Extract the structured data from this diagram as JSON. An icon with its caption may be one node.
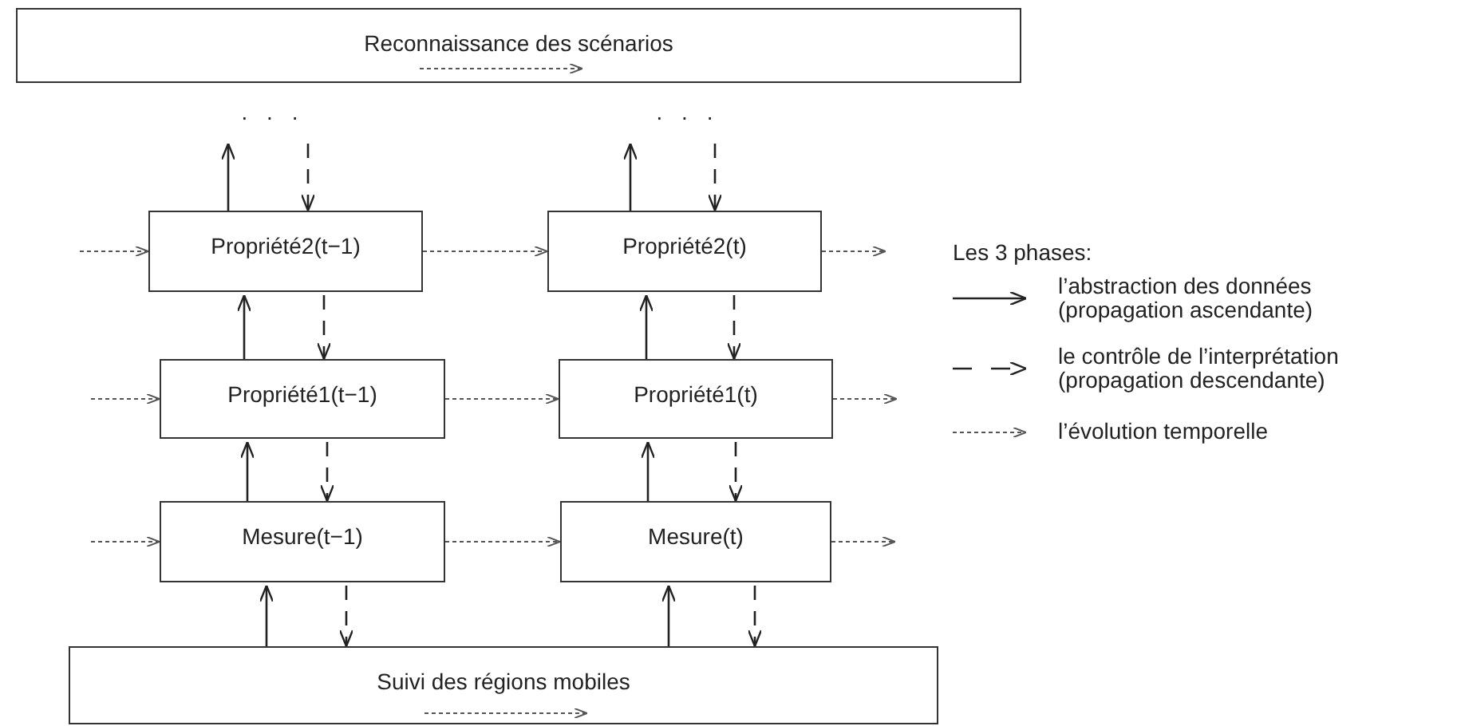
{
  "diagram": {
    "nodes": [
      {
        "text": [
          "Reconnaissance des scénarios"
        ]
      },
      {
        "text": [
          ". . ."
        ]
      },
      {
        "text": [
          ". . ."
        ]
      },
      {
        "text": [
          "Propriété2(t−1)"
        ]
      },
      {
        "text": [
          "Propriété2(t)"
        ]
      },
      {
        "text": [
          "Propriété1(t−1)"
        ]
      },
      {
        "text": [
          "Propriété1(t)"
        ]
      },
      {
        "text": [
          "Mesure(t−1)"
        ]
      },
      {
        "text": [
          "Mesure(t)"
        ]
      },
      {
        "text": [
          "Suivi des régions mobiles"
        ]
      }
    ],
    "edges": [
      {
        "from": 3,
        "to": 1,
        "arrow": "to"
      },
      {
        "from": 1,
        "to": 3,
        "arrow": "to",
        "style": "dashed"
      },
      {
        "from": 4,
        "to": 2,
        "arrow": "to"
      },
      {
        "from": 2,
        "to": 4,
        "arrow": "to",
        "style": "dashed"
      },
      {
        "from": 5,
        "to": 3,
        "arrow": "to"
      },
      {
        "from": 3,
        "to": 5,
        "arrow": "to",
        "style": "dashed"
      },
      {
        "from": 6,
        "to": 4,
        "arrow": "to"
      },
      {
        "from": 4,
        "to": 6,
        "arrow": "to",
        "style": "dashed"
      },
      {
        "from": 7,
        "to": 5,
        "arrow": "to"
      },
      {
        "from": 5,
        "to": 7,
        "arrow": "to",
        "style": "dashed"
      },
      {
        "from": 8,
        "to": 6,
        "arrow": "to"
      },
      {
        "from": 6,
        "to": 8,
        "arrow": "to",
        "style": "dashed"
      },
      {
        "from": 9,
        "to": 7,
        "arrow": "to"
      },
      {
        "from": 7,
        "to": 9,
        "arrow": "to",
        "style": "dashed"
      },
      {
        "from": 9,
        "to": 8,
        "arrow": "to"
      },
      {
        "from": 8,
        "to": 9,
        "arrow": "to",
        "style": "dashed"
      },
      {
        "from": null,
        "to": 3,
        "arrow": "to",
        "style": "dashed"
      },
      {
        "from": 3,
        "to": 4,
        "arrow": "to",
        "style": "dashed"
      },
      {
        "from": 4,
        "to": null,
        "arrow": "to",
        "style": "dashed"
      },
      {
        "from": null,
        "to": 5,
        "arrow": "to",
        "style": "dashed"
      },
      {
        "from": 5,
        "to": 6,
        "arrow": "to",
        "style": "dashed"
      },
      {
        "from": 6,
        "to": null,
        "arrow": "to",
        "style": "dashed"
      },
      {
        "from": null,
        "to": 7,
        "arrow": "to",
        "style": "dashed"
      },
      {
        "from": 7,
        "to": 8,
        "arrow": "to",
        "style": "dashed"
      },
      {
        "from": 8,
        "to": null,
        "arrow": "to",
        "style": "dashed"
      }
    ],
    "labels": [
      "Les 3 phases:"
    ],
    "legend": [
      {
        "text": "l’abstraction des données (propagation ascendante)"
      },
      {
        "text": "le contrôle de l’interprétation (propagation descendante)"
      },
      {
        "text": "l’évolution temporelle"
      }
    ]
  }
}
